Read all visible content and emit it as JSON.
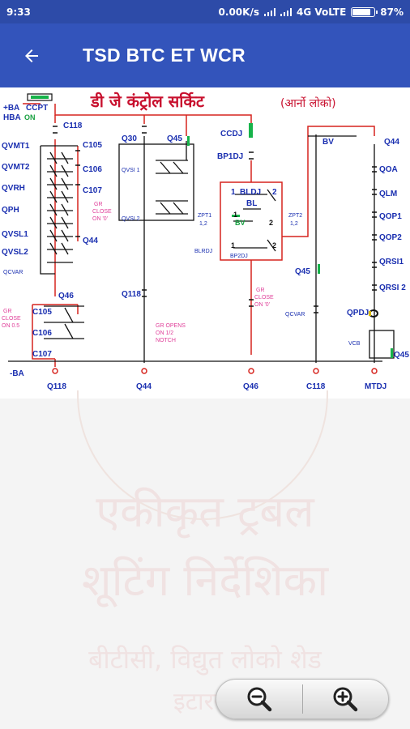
{
  "status_bar": {
    "time": "9:33",
    "network_speed": "0.00K/s",
    "network_type": "4G VoLTE",
    "battery": "87%",
    "battery_level": 0.87
  },
  "app_bar": {
    "title": "TSD BTC ET WCR",
    "back_icon": "arrow-left-icon",
    "color": "#3354bb",
    "status_color": "#2d4ba8"
  },
  "diagram": {
    "heading": "डी जे कंट्रोल सर्किट",
    "heading_note": "(आर्नो लोको)",
    "labels": {
      "plus_ba": "+BA",
      "hba": "HBA",
      "ccpt": "CCPT",
      "on": "ON",
      "c118_top": "C118",
      "qvmt1": "QVMT1",
      "qvmt2": "QVMT2",
      "qvrh": "QVRH",
      "qph": "QPH",
      "qvsl1": "QVSL1",
      "qvsl2": "QVSL2",
      "qcvar_small": "QCVAR",
      "c105_r": "C105",
      "c106_r": "C106",
      "c107_r": "C107",
      "q44_r": "Q44",
      "gr_close0_a": "GR",
      "gr_close0_b": "CLOSE",
      "gr_close0_c": "ON '0'",
      "q46_mid": "Q46",
      "gr_close05_a": "GR",
      "gr_close05_b": "CLOSE",
      "gr_close05_c": "ON 0.5",
      "c105_b": "C105",
      "c106_b": "C106",
      "c107_b": "C107",
      "minus_ba": "-BA",
      "q30": "Q30",
      "q45_top": "Q45",
      "qvsi1": "QVSI 1",
      "qvsi2": "QVSI 2",
      "q118_mid": "Q118",
      "gr_opens_a": "GR OPENS",
      "gr_opens_b": "ON 1/2",
      "gr_opens_c": "NOTCH",
      "ccdj": "CCDJ",
      "bp1dj": "BP1DJ",
      "bldj_1": "1",
      "bldj": "BLDJ",
      "bldj_2": "2",
      "bl": "BL",
      "zpt1": "ZPT1",
      "zpt1_b": "1,2",
      "bv_green": "BV",
      "zpt2": "ZPT2",
      "zpt2_b": "1,2",
      "blrdj": "BLRDJ",
      "bp2dj": "BP2DJ",
      "gr_close0m_a": "GR",
      "gr_close0m_b": "CLOSE",
      "gr_close0m_c": "ON '0'",
      "bv_top": "BV",
      "q45_mid": "Q45",
      "qcvar": "QCVAR",
      "q44_top": "Q44",
      "qoa": "QOA",
      "qlm": "QLM",
      "qop1": "QOP1",
      "qop2": "QOP2",
      "qrsi1": "QRSI1",
      "qrsi2": "QRSI 2",
      "qpdj": "QPDJ",
      "vcb": "VCB",
      "q45_right": "Q45",
      "bottom_q118": "Q118",
      "bottom_q44": "Q44",
      "bottom_q46": "Q46",
      "bottom_c118": "C118",
      "bottom_mtdj": "MTDJ"
    }
  },
  "watermark": {
    "line1": "एकीकृत ट्रबल",
    "line2": "शूटिंग निर्देशिका",
    "line3": "बीटीसी, विद्युत लोको शेड",
    "line4": "इटारसी"
  },
  "zoom_controls": {
    "zoom_out_icon": "zoom-out-icon",
    "zoom_in_icon": "zoom-in-icon"
  }
}
